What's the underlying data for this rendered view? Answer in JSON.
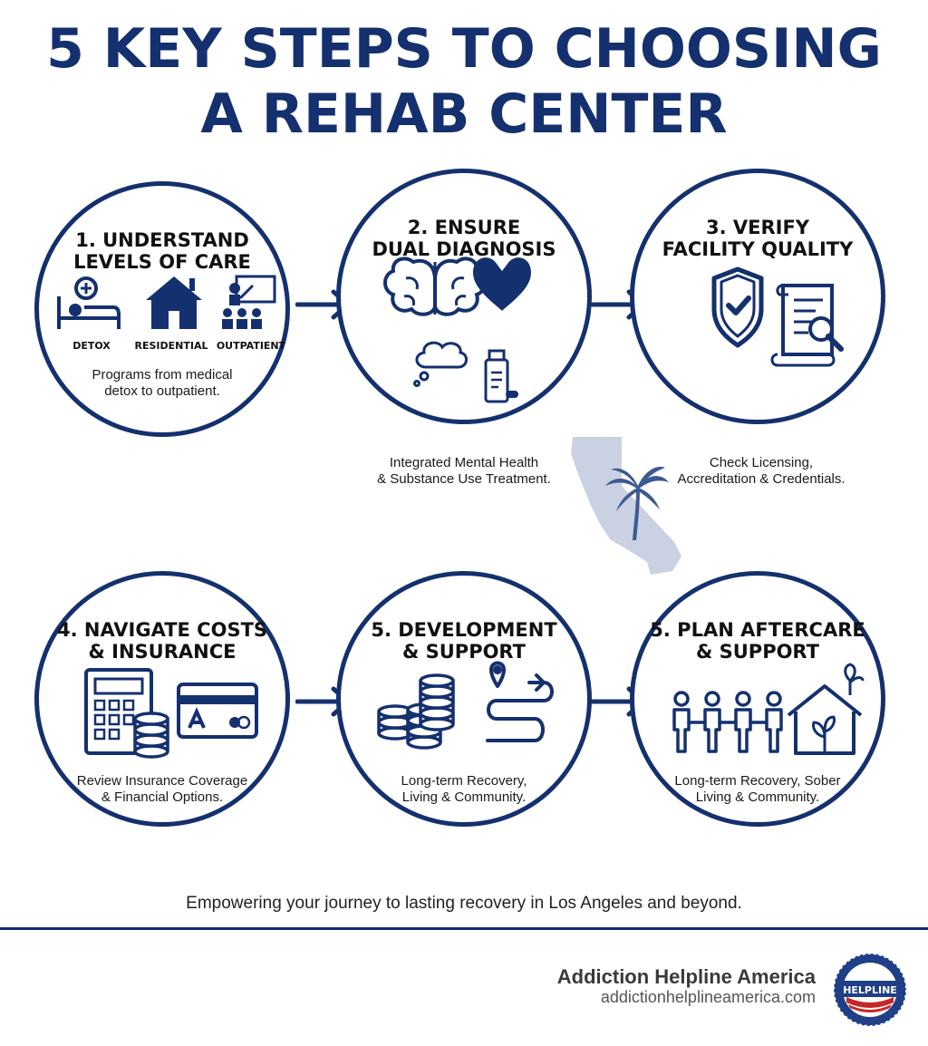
{
  "title": {
    "line1": "5 KEY STEPS TO CHOOSING",
    "line2": "A REHAB CENTER"
  },
  "steps": [
    {
      "title_line1": "1. UNDERSTAND",
      "title_line2": "LEVELS OF CARE",
      "icon_labels": [
        "DETOX",
        "RESIDENTIAL",
        "OUTPATIENT"
      ],
      "desc_line1": "Programs from medical",
      "desc_line2": "detox to outpatient."
    },
    {
      "title_line1": "2. ENSURE",
      "title_line2": "DUAL DIAGNOSIS",
      "desc_line1": "Integrated Mental Health",
      "desc_line2": "& Substance Use Treatment."
    },
    {
      "title_line1": "3. VERIFY",
      "title_line2": "FACILITY QUALITY",
      "desc_line1": "Check Licensing,",
      "desc_line2": "Accreditation & Credentials."
    },
    {
      "title_line1": "4. NAVIGATE COSTS",
      "title_line2": "& INSURANCE",
      "desc_line1": "Review Insurance Coverage",
      "desc_line2": "& Financial Options."
    },
    {
      "title_line1": "5. DEVELOPMENT",
      "title_line2": "& SUPPORT",
      "desc_line1": "Long-term Recovery,",
      "desc_line2": "Living & Community."
    },
    {
      "title_line1": "5. PLAN AFTERCARE",
      "title_line2": "& SUPPORT",
      "desc_line1": "Long-term Recovery, Sober",
      "desc_line2": "Living & Community."
    }
  ],
  "tagline": "Empowering your journey to lasting recovery in Los Angeles and beyond.",
  "footer": {
    "brand_name": "Addiction Helpline America",
    "brand_url": "addictionhelplineamerica.com",
    "logo_text": "HELPLINE"
  },
  "colors": {
    "primary": "#14306e",
    "map": "#c9d1e3",
    "map_dark": "#3c5a93"
  }
}
